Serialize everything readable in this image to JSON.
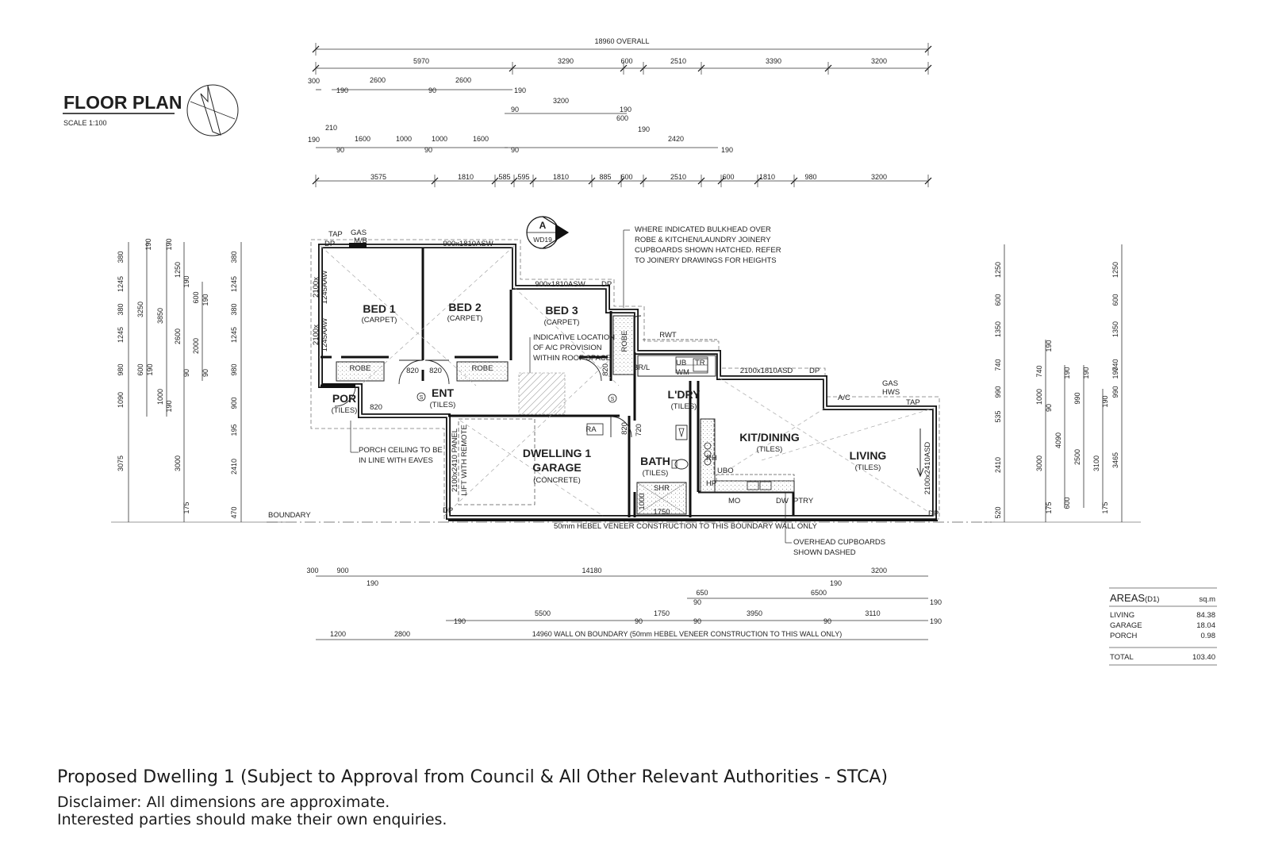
{
  "title": {
    "heading": "FLOOR PLAN",
    "scale": "SCALE 1:100",
    "section_marker": "A",
    "section_ref": "WD19"
  },
  "dimensions": {
    "top": {
      "overall": "18960 OVERALL",
      "row2": [
        "5970",
        "3290",
        "600",
        "2510",
        "3390",
        "3200"
      ],
      "row3": [
        "300",
        "2600",
        "2600",
        "190",
        "190",
        "90",
        "3200",
        "190",
        "90",
        "600",
        "190"
      ],
      "row4": [
        "190",
        "210",
        "1600",
        "1000",
        "1000",
        "1600",
        "90",
        "90",
        "90",
        "2420",
        "190"
      ],
      "row5": [
        "3575",
        "1810",
        "585",
        "595",
        "1810",
        "885",
        "600",
        "2510",
        "600",
        "1810",
        "980",
        "3200"
      ]
    },
    "bottom": {
      "row1": [
        "300",
        "900",
        "14180",
        "3200",
        "190",
        "190"
      ],
      "row2": [
        "650",
        "6500",
        "190",
        "90"
      ],
      "row3": [
        "190",
        "5500",
        "90",
        "1750",
        "90",
        "3950",
        "90",
        "3110",
        "190"
      ],
      "row4": [
        "1200",
        "2800",
        "14960 WALL ON BOUNDARY (50mm HEBEL VENEER CONSTRUCTION TO THIS WALL ONLY)"
      ]
    },
    "left": {
      "col1": [
        "380",
        "1245",
        "380",
        "1245",
        "980",
        "1090",
        "3075"
      ],
      "col2": [
        "190",
        "3250",
        "600",
        "190"
      ],
      "col3": [
        "190",
        "3850",
        "1000",
        "190"
      ],
      "col4": [
        "1250",
        "190",
        "2600",
        "90",
        "3000",
        "175"
      ],
      "col5": [
        "600",
        "190",
        "2000",
        "90"
      ],
      "col6": [
        "380",
        "1245",
        "380",
        "1245",
        "980",
        "900",
        "195",
        "2410",
        "470"
      ]
    },
    "right": {
      "col1": [
        "1250",
        "600",
        "1350",
        "740",
        "990",
        "535",
        "2410",
        "520"
      ],
      "col2": [
        "190",
        "740",
        "1000",
        "90",
        "3000",
        "175"
      ],
      "col3": [
        "190",
        "4090",
        "600"
      ],
      "col4": [
        "190",
        "990",
        "2500"
      ],
      "col5": [
        "190",
        "3100"
      ],
      "col6": [
        "190",
        "3465",
        "175"
      ],
      "col7": [
        "1250",
        "600",
        "1350",
        "740",
        "990"
      ]
    }
  },
  "rooms": [
    {
      "name": "BED 1",
      "finish": "(CARPET)"
    },
    {
      "name": "BED 2",
      "finish": "(CARPET)"
    },
    {
      "name": "BED 3",
      "finish": "(CARPET)"
    },
    {
      "name": "ENT",
      "finish": "(TILES)"
    },
    {
      "name": "POR",
      "finish": "(TILES)"
    },
    {
      "name": "L'DRY",
      "finish": "(TILES)"
    },
    {
      "name": "KIT/DINING",
      "finish": "(TILES)"
    },
    {
      "name": "LIVING",
      "finish": "(TILES)"
    },
    {
      "name": "BATH",
      "finish": "(TILES)"
    },
    {
      "name": "DWELLING 1",
      "finish": "GARAGE",
      "material": "(CONCRETE)"
    }
  ],
  "labels": {
    "tap": "TAP",
    "gas_mb": "GAS\nM/B",
    "dp": "DP",
    "window_bed1": "900x1810ASW",
    "window_bed3": "900x1810ASW",
    "window_bed1_side_a": "2100x\n1245AAW",
    "window_bed1_side_b": "2100x\n1245AAW",
    "window_kit": "2100x1810ASD",
    "door_living": "2100x2410ASD",
    "robe": "ROBE",
    "rwt": "RWT",
    "ub": "UB",
    "wm": "WM",
    "tr": "TR",
    "br_l": "BR/L",
    "d820": "820",
    "s": "S",
    "ra": "RA",
    "ac": "A/C",
    "gas_hws": "GAS\nHWS",
    "rh": "RH",
    "ubo": "UBO",
    "hp": "HP",
    "mo": "MO",
    "dw": "DW",
    "ptry": "PTRY",
    "shr": "SHR",
    "bath_1000": "1000",
    "bath_1750": "1750",
    "d720": "720",
    "garage_door": "2100x2410 PANEL\nLIFT WITH REMOTE",
    "boundary": "BOUNDARY",
    "hebel": "50mm HEBEL VENEER CONSTRUCTION TO THIS BOUNDARY WALL ONLY"
  },
  "notes": {
    "bulkhead": "WHERE INDICATED BULKHEAD OVER\nROBE & KITCHEN/LAUNDRY JOINERY\nCUPBOARDS SHOWN HATCHED. REFER\nTO JOINERY DRAWINGS FOR HEIGHTS",
    "ac_provision": "INDICATIVE LOCATION\nOF A/C PROVISION\nWITHIN ROOF SPACE",
    "porch_ceiling": "PORCH CEILING TO BE\nIN LINE WITH EAVES",
    "overhead": "OVERHEAD CUPBOARDS\nSHOWN DASHED"
  },
  "areas": {
    "title": "AREAS",
    "title_suffix": "(D1)",
    "unit": "sq.m",
    "rows": [
      {
        "label": "LIVING",
        "value": "84.38"
      },
      {
        "label": "GARAGE",
        "value": "18.04"
      },
      {
        "label": "PORCH",
        "value": "0.98"
      }
    ],
    "total_label": "TOTAL",
    "total_value": "103.40"
  },
  "captions": {
    "line1": "Proposed Dwelling 1 (Subject to Approval from Council & All Other Relevant Authorities - STCA)",
    "line2": "Disclaimer: All dimensions are approximate.",
    "line3": "Interested parties should make their own enquiries."
  }
}
